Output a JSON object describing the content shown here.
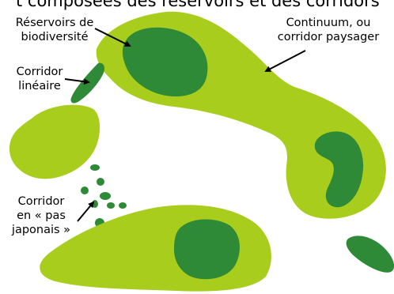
{
  "header": {
    "text": "t composées des réservoirs et des corridors"
  },
  "labels": {
    "reservoirs_line1": "Réservoirs de",
    "reservoirs_line2": "biodiversité",
    "continuum_line1": "Continuum, ou",
    "continuum_line2": "corridor paysager",
    "lineaire_line1": "Corridor",
    "lineaire_line2": "linéaire",
    "pas_line1": "Corridor",
    "pas_line2": "en « pas",
    "pas_line3": "japonais »"
  },
  "colors": {
    "light_green": "#a8cd1c",
    "dark_green": "#2e8a36",
    "arrow": "#000000",
    "background": "#ffffff"
  }
}
